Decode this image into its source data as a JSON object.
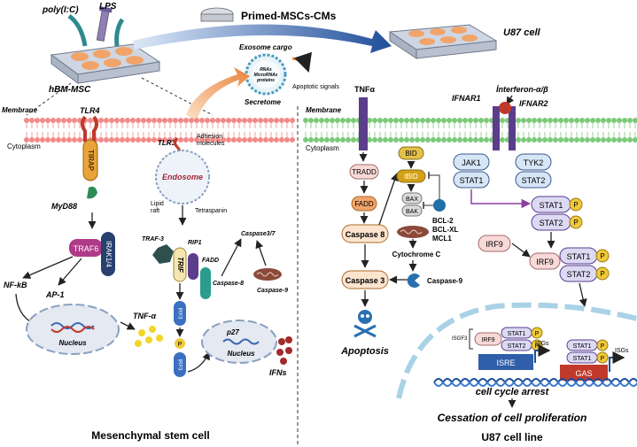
{
  "top": {
    "poly_ic": "poly(I:C)",
    "lps": "LPS",
    "hbm_msc": "hBM-MSC",
    "primed": "Primed-MSCs-CMs",
    "u87_cell": "U87 cell",
    "exosome_cargo": "Exosome cargo",
    "exosome_inner": [
      "RNAs",
      "MicroRNAs",
      "proteins"
    ],
    "apoptotic_signals": "Apoptotic signals",
    "secretome": "Secretome"
  },
  "left": {
    "membrane": "Membrane",
    "cytoplasm": "Cytoplasm",
    "tlr4": "TLR4",
    "tirap": "TIRAP",
    "myd88": "MyD88",
    "traf6": "TRAF6",
    "irak14": "IRAK1/4",
    "nfkb": "NF-kB",
    "ap1": "AP-1",
    "nucleus": "Nucleus",
    "tnfa": "TNF-α",
    "tlr3": "TLR3",
    "adhesion": [
      "Adhesion",
      "molecules"
    ],
    "endosome": "Endosome",
    "lipid_raft": [
      "Lipid",
      "raft"
    ],
    "tetraspanin": "Tetraspanin",
    "traf3": "TRAF-3",
    "rip1": "RIP1",
    "trif": "TRIF",
    "fadd": "FADD",
    "caspase8": "Caspase-8",
    "caspase37": "Caspase3/7",
    "caspase9": "Caspase-9",
    "irf3": "IRF3",
    "p": "P",
    "p27": "p27",
    "nucleus2": "Nucleus",
    "ifns": "IFNs",
    "footer": "Mesenchymal stem cell"
  },
  "right": {
    "membrane": "Membrane",
    "cytoplasm": "Cytoplasm",
    "tnfa": "TNFα",
    "interferon": "İnterferon-α/β",
    "ifnar1": "IFNAR1",
    "ifnar2": "IFNAR2",
    "tradd": "TRADD",
    "fadd": "FADD",
    "caspase8": "Caspase 8",
    "caspase3": "Caspase 3",
    "apoptosis": "Apoptosis",
    "bid": "BID",
    "tbid": "tBID",
    "bax": "BAX",
    "bak": "BAK",
    "bcl": [
      "BCL-2",
      "BCL-XL",
      "MCL1"
    ],
    "cytochrome": "Cytochrome C",
    "caspase9": "Caspase-9",
    "jak1": "JAK1",
    "tyk2": "TYK2",
    "stat1": "STAT1",
    "stat2": "STAT2",
    "p": "P",
    "irf9": "IRF9",
    "isgf3": "ISGF3",
    "isre": "ISRE",
    "gas": "GAS",
    "isgs": "ISGs",
    "cell_cycle_arrest": "cell cycle arrest",
    "cessation": "Cessation of cell proliferation",
    "footer": "U87 cell line"
  },
  "colors": {
    "membrane_head": "#f08a88",
    "membrane_head_right": "#7dc97a",
    "blue_arrow": "#1f4e9a",
    "orange_arrow": "#e8823a",
    "pink_box": "#f7d9d8",
    "lavender_box": "#dcd9f3",
    "blue_box": "#d6e6f7"
  }
}
